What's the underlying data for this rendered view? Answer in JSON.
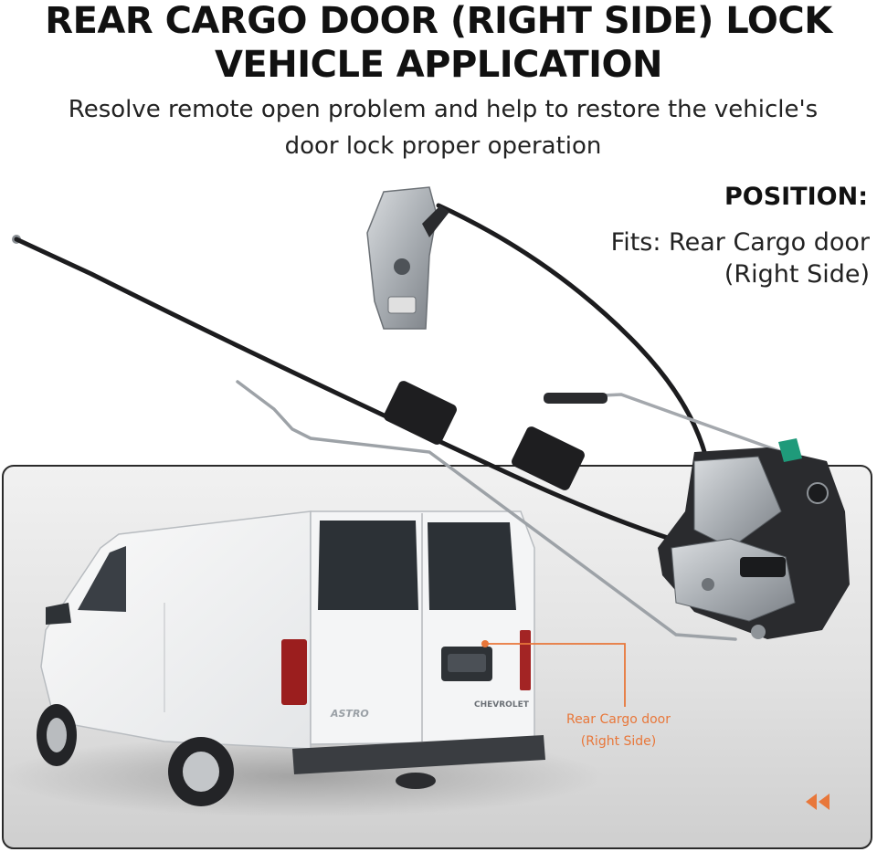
{
  "header": {
    "title_line1": "REAR CARGO DOOR (RIGHT SIDE) LOCK",
    "title_line2": "VEHICLE APPLICATION",
    "subtitle_line1": "Resolve remote open problem and help to restore the vehicle's",
    "subtitle_line2": "door lock proper operation"
  },
  "position": {
    "heading": "POSITION:",
    "line1": "Fits: Rear Cargo door",
    "line2": "(Right Side)"
  },
  "callout": {
    "line1": "Rear Cargo door",
    "line2": "(Right Side)"
  },
  "vehicle": {
    "badge_model": "ASTRO",
    "badge_brand": "CHEVROLET"
  },
  "colors": {
    "accent": "#e8773a",
    "panel": "#e2e2e2",
    "clip": "#1f9a7a"
  },
  "icons": {
    "nav": "rewind-icon"
  }
}
